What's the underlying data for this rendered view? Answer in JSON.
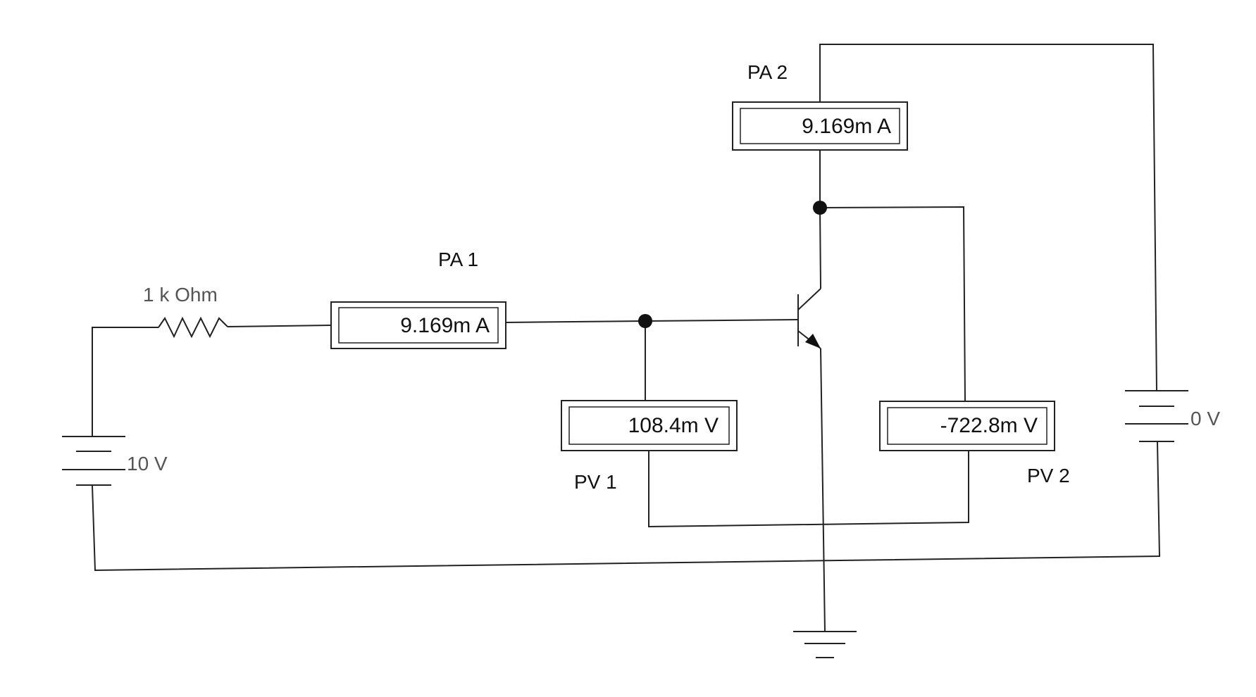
{
  "components": {
    "resistor": {
      "label": "1 k Ohm"
    },
    "battery_left": {
      "label": "10 V"
    },
    "battery_right": {
      "label": "0 V"
    },
    "ammeter_1": {
      "name": "PA 1",
      "reading": "9.169m A"
    },
    "ammeter_2": {
      "name": "PA 2",
      "reading": "9.169m A"
    },
    "voltmeter_1": {
      "name": "PV 1",
      "reading": "108.4m V"
    },
    "voltmeter_2": {
      "name": "PV 2",
      "reading": "-722.8m V"
    }
  }
}
